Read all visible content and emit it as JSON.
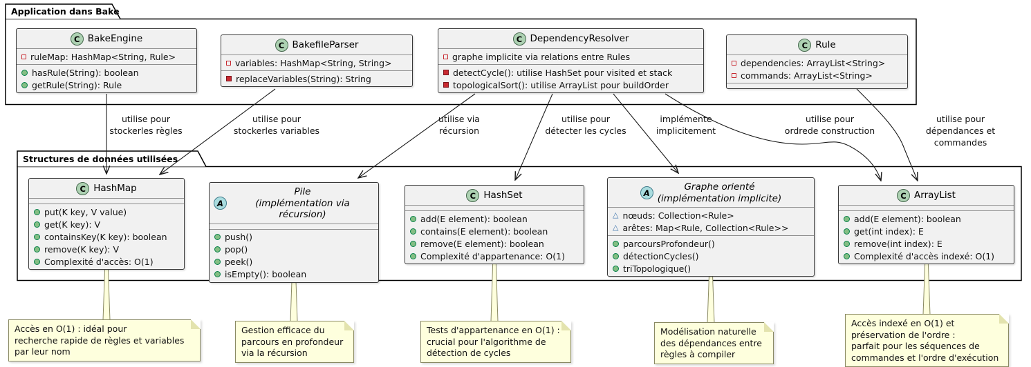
{
  "diagram": {
    "packages": [
      {
        "name": "application-dans-bake",
        "label": "Application dans Bake"
      },
      {
        "name": "structures-de-donnees-utilisees",
        "label": "Structures de données utilisées"
      }
    ]
  },
  "classes": [
    {
      "key": "bakeengine",
      "stereotype": "C",
      "abstract": false,
      "title_lines": [
        "BakeEngine"
      ],
      "attributes": [
        {
          "visibility": "private",
          "kind": "field",
          "text": "ruleMap: HashMap<String, Rule>"
        }
      ],
      "methods": [
        {
          "visibility": "public",
          "kind": "method",
          "text": "hasRule(String): boolean"
        },
        {
          "visibility": "public",
          "kind": "method",
          "text": "getRule(String): Rule"
        }
      ]
    },
    {
      "key": "bakefileparser",
      "stereotype": "C",
      "abstract": false,
      "title_lines": [
        "BakefileParser"
      ],
      "attributes": [
        {
          "visibility": "private",
          "kind": "field",
          "text": "variables: HashMap<String, String>"
        }
      ],
      "methods": [
        {
          "visibility": "private",
          "kind": "method",
          "text": "replaceVariables(String): String"
        }
      ]
    },
    {
      "key": "dependencyresolver",
      "stereotype": "C",
      "abstract": false,
      "title_lines": [
        "DependencyResolver"
      ],
      "attributes": [
        {
          "visibility": "private",
          "kind": "field",
          "text": "graphe implicite via relations entre Rules"
        }
      ],
      "methods": [
        {
          "visibility": "private",
          "kind": "method",
          "text": "detectCycle(): utilise HashSet pour visited et stack"
        },
        {
          "visibility": "private",
          "kind": "method",
          "text": "topologicalSort(): utilise ArrayList pour buildOrder"
        }
      ]
    },
    {
      "key": "rule",
      "stereotype": "C",
      "abstract": false,
      "title_lines": [
        "Rule"
      ],
      "attributes": [
        {
          "visibility": "private",
          "kind": "field",
          "text": "dependencies: ArrayList<String>"
        },
        {
          "visibility": "private",
          "kind": "field",
          "text": "commands: ArrayList<String>"
        }
      ],
      "methods": []
    },
    {
      "key": "hashmap",
      "stereotype": "C",
      "abstract": false,
      "title_lines": [
        "HashMap"
      ],
      "attributes": [],
      "methods": [
        {
          "visibility": "public",
          "kind": "method",
          "text": "put(K key, V value)"
        },
        {
          "visibility": "public",
          "kind": "method",
          "text": "get(K key): V"
        },
        {
          "visibility": "public",
          "kind": "method",
          "text": "containsKey(K key): boolean"
        },
        {
          "visibility": "public",
          "kind": "method",
          "text": "remove(K key): V"
        },
        {
          "visibility": "public",
          "kind": "method",
          "text": "Complexité d'accès: O(1)"
        }
      ]
    },
    {
      "key": "pile",
      "stereotype": "A",
      "abstract": true,
      "title_lines": [
        "Pile",
        "(implémentation via récursion)"
      ],
      "attributes": [],
      "methods": [
        {
          "visibility": "public",
          "kind": "method",
          "text": "push()"
        },
        {
          "visibility": "public",
          "kind": "method",
          "text": "pop()"
        },
        {
          "visibility": "public",
          "kind": "method",
          "text": "peek()"
        },
        {
          "visibility": "public",
          "kind": "method",
          "text": "isEmpty(): boolean"
        }
      ]
    },
    {
      "key": "hashset",
      "stereotype": "C",
      "abstract": false,
      "title_lines": [
        "HashSet"
      ],
      "attributes": [],
      "methods": [
        {
          "visibility": "public",
          "kind": "method",
          "text": "add(E element): boolean"
        },
        {
          "visibility": "public",
          "kind": "method",
          "text": "contains(E element): boolean"
        },
        {
          "visibility": "public",
          "kind": "method",
          "text": "remove(E element): boolean"
        },
        {
          "visibility": "public",
          "kind": "method",
          "text": "Complexité d'appartenance: O(1)"
        }
      ]
    },
    {
      "key": "graphe",
      "stereotype": "A",
      "abstract": true,
      "title_lines": [
        "Graphe orienté",
        "(implémentation implicite)"
      ],
      "attributes": [
        {
          "visibility": "package",
          "kind": "field",
          "text": "nœuds: Collection<Rule>"
        },
        {
          "visibility": "package",
          "kind": "field",
          "text": "arêtes: Map<Rule, Collection<Rule>>"
        }
      ],
      "methods": [
        {
          "visibility": "public",
          "kind": "method",
          "text": "parcoursProfondeur()"
        },
        {
          "visibility": "public",
          "kind": "method",
          "text": "détectionCycles()"
        },
        {
          "visibility": "public",
          "kind": "method",
          "text": "triTopologique()"
        }
      ]
    },
    {
      "key": "arraylist",
      "stereotype": "C",
      "abstract": false,
      "title_lines": [
        "ArrayList"
      ],
      "attributes": [],
      "methods": [
        {
          "visibility": "public",
          "kind": "method",
          "text": "add(E element): boolean"
        },
        {
          "visibility": "public",
          "kind": "method",
          "text": "get(int index): E"
        },
        {
          "visibility": "public",
          "kind": "method",
          "text": "remove(int index): E"
        },
        {
          "visibility": "public",
          "kind": "method",
          "text": "Complexité d'accès indexé: O(1)"
        }
      ]
    }
  ],
  "edges": [
    {
      "from": "BakeEngine",
      "to": "HashMap",
      "label": "utilise pour\nstockerles règles"
    },
    {
      "from": "BakefileParser",
      "to": "HashMap",
      "label": "utilise pour\nstockerles variables"
    },
    {
      "from": "DependencyResolver",
      "to": "Pile",
      "label": "utilise via\nrécursion"
    },
    {
      "from": "DependencyResolver",
      "to": "HashSet",
      "label": "utilise pour\ndétecter les cycles"
    },
    {
      "from": "DependencyResolver",
      "to": "Graphe orienté",
      "label": "implémente\nimplicitement"
    },
    {
      "from": "DependencyResolver",
      "to": "ArrayList",
      "label": "utilise pour\nordrede construction"
    },
    {
      "from": "Rule",
      "to": "ArrayList",
      "label": "utilise pour\ndépendances et commandes"
    }
  ],
  "notes": [
    {
      "target": "HashMap",
      "text": "Accès en O(1) : idéal pour\nrecherche rapide de règles et variables\npar leur nom"
    },
    {
      "target": "Pile",
      "text": "Gestion efficace du\nparcours en profondeur\nvia la récursion"
    },
    {
      "target": "HashSet",
      "text": "Tests d'appartenance en O(1) :\ncrucial pour l'algorithme de\ndétection de cycles"
    },
    {
      "target": "Graphe orienté",
      "text": "Modélisation naturelle\ndes dépendances entre\nrègles à compiler"
    },
    {
      "target": "ArrayList",
      "text": "Accès indexé en O(1) et\npréservation de l'ordre :\nparfait pour les séquences de\ncommandes et l'ordre d'exécution"
    }
  ],
  "colors": {
    "class_fill": "#F1F1F1",
    "circle_class": "#ADD1B2",
    "circle_abstract": "#A9DCDF",
    "note_fill": "#FEFFDD",
    "visibility_private": "#C82930",
    "visibility_public": "#84BE84",
    "visibility_package": "#4177AF",
    "edge_color": "#1c1c1c"
  }
}
